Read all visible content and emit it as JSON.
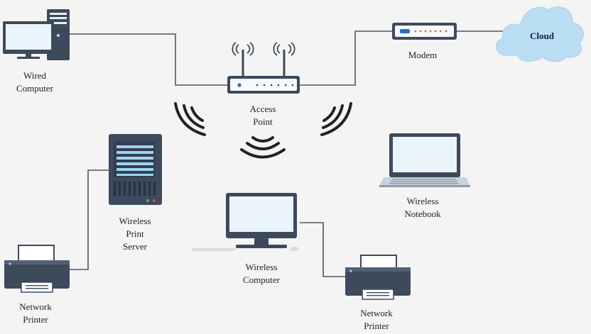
{
  "nodes": {
    "wired_computer": {
      "line1": "Wired",
      "line2": "Computer"
    },
    "access_point": {
      "line1": "Access",
      "line2": "Point"
    },
    "modem": {
      "label": "Modem"
    },
    "cloud": {
      "label": "Cloud"
    },
    "print_server": {
      "line1": "Wireless",
      "line2": "Print",
      "line3": "Server"
    },
    "wireless_computer": {
      "line1": "Wireless",
      "line2": "Computer"
    },
    "wireless_notebook": {
      "line1": "Wireless",
      "line2": "Notebook"
    },
    "network_printer_left": {
      "line1": "Network",
      "line2": "Printer"
    },
    "network_printer_right": {
      "line1": "Network",
      "line2": "Printer"
    }
  },
  "colors": {
    "device_dark": "#3d4a5c",
    "screen": "#e8f4fb",
    "cloud": "#b9ddf2",
    "wire": "#555555"
  }
}
